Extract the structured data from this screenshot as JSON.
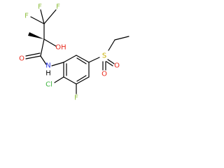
{
  "molecule": {
    "atom_labels": {
      "f1": "F",
      "f2": "F",
      "f3": "F",
      "oh": "OH",
      "o_carbonyl": "O",
      "nh": "N",
      "nh_h": "H",
      "s": "S",
      "o_s1": "O",
      "o_s2": "O",
      "cl": "Cl",
      "f_ring": "F"
    },
    "colors": {
      "bond": "#000000",
      "F": "#8fbf3f",
      "O": "#e8291c",
      "N": "#2a35e0",
      "S": "#c9b000",
      "Cl": "#3fb43f",
      "H": "#000000"
    }
  }
}
